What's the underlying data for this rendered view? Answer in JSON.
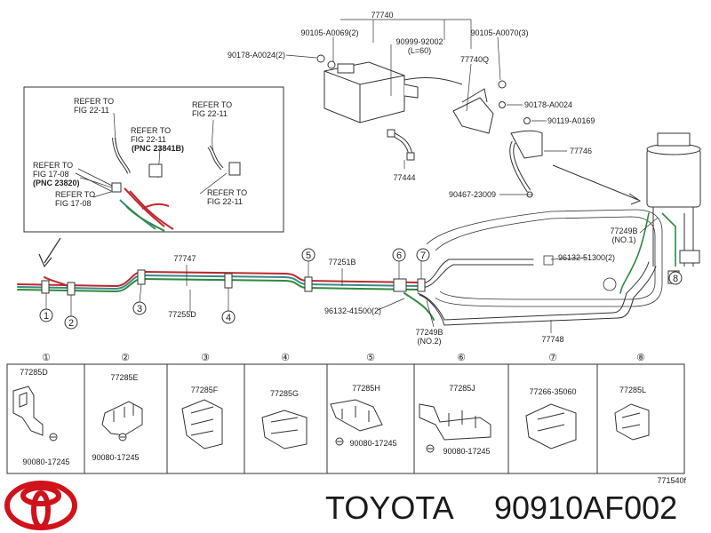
{
  "callouts": {
    "c77740": "77740",
    "c90105_a0069": "90105-A0069(2)",
    "c90105_a0070": "90105-A0070(3)",
    "c90999": "90999-92002",
    "c90999_len": "(L=60)",
    "c90178_a0024_2": "90178-A0024(2)",
    "c77740q": "77740Q",
    "c90178_a0024": "90178-A0024",
    "c90119": "90119-A0169",
    "c77746": "77746",
    "c77444": "77444",
    "c90467": "90467-23009",
    "c77249b_1a": "77249B",
    "c77249b_1b": "(NO.1)",
    "c96132_51300": "96132-51300(2)",
    "c77747": "77747",
    "c77251b": "77251B",
    "c77255d": "77255D",
    "c96132_41500": "96132-41500(2)",
    "c77249b_2a": "77249B",
    "c77249b_2b": "(NO.2)",
    "c77748": "77748"
  },
  "inset": {
    "refer_to": "REFER TO",
    "fig_22_11": "FIG 22-11",
    "fig_17_08": "FIG 17-08",
    "pnc_23841b": "(PNC  23841B)",
    "pnc_23820": "(PNC  23820)"
  },
  "clamps": [
    {
      "mark": "①",
      "code": "77285D",
      "bolt": "90080-17245"
    },
    {
      "mark": "②",
      "code": "77285E",
      "bolt": "90080-17245"
    },
    {
      "mark": "③",
      "code": "77285F",
      "bolt": ""
    },
    {
      "mark": "④",
      "code": "77285G",
      "bolt": ""
    },
    {
      "mark": "⑤",
      "code": "77285H",
      "bolt": "90080-17245"
    },
    {
      "mark": "⑥",
      "code": "77285J",
      "bolt": "90080-17245"
    },
    {
      "mark": "⑦",
      "code": "77266-35060",
      "bolt": ""
    },
    {
      "mark": "⑧",
      "code": "77285L",
      "bolt": ""
    }
  ],
  "line_marks": [
    "1",
    "2",
    "3",
    "4",
    "5",
    "6",
    "7",
    "8"
  ],
  "fig_number": "771540f",
  "footer": {
    "brand": "TOYOTA",
    "part_number": "90910AF002"
  },
  "colors": {
    "logo_red": "#d0121b",
    "pipe_red": "#c0282d",
    "pipe_green": "#2f8a3c",
    "pipe_teal": "#3a8a8a"
  }
}
